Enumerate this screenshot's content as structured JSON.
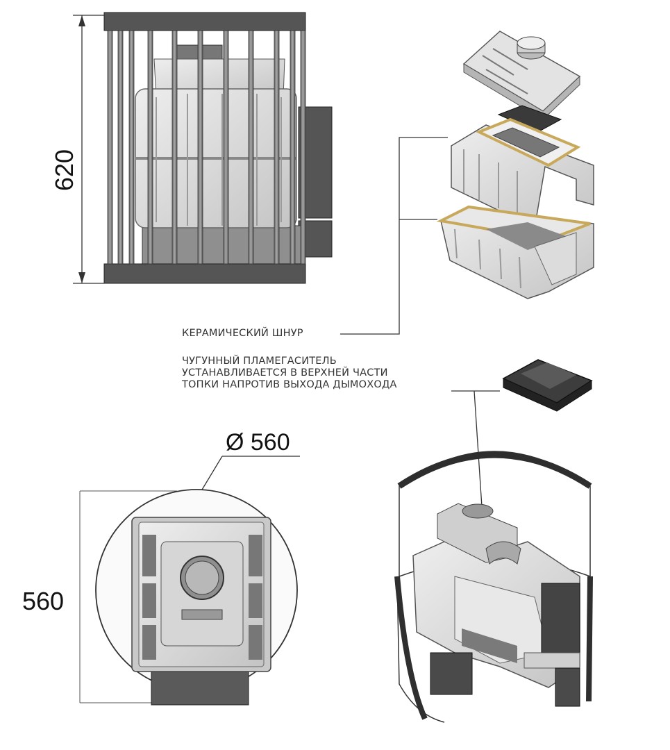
{
  "dimensions": {
    "height": "620",
    "diameter": "Ø 560",
    "depth": "560"
  },
  "labels": {
    "ceramic_cord": "КЕРАМИЧЕСКИЙ ШНУР",
    "flame_arrester_line1": "ЧУГУННЫЙ ПЛАМЕГАСИТЕЛЬ",
    "flame_arrester_line2": "УСТАНАВЛИВАЕТСЯ В ВЕРХНЕЙ ЧАСТИ",
    "flame_arrester_line3": "ТОПКИ НАПРОТИВ ВЫХОДА ДЫМОХОДА"
  },
  "colors": {
    "metal_dark": "#4a4a4a",
    "metal_mid": "#8a8a8a",
    "casting_light": "#d9d9d9",
    "ceramic_cord": "#c8a85a"
  },
  "icons": [
    "stove-front-view",
    "stove-top-view",
    "exploded-firebox",
    "flame-arrester-part",
    "assembled-stove-cutaway"
  ]
}
